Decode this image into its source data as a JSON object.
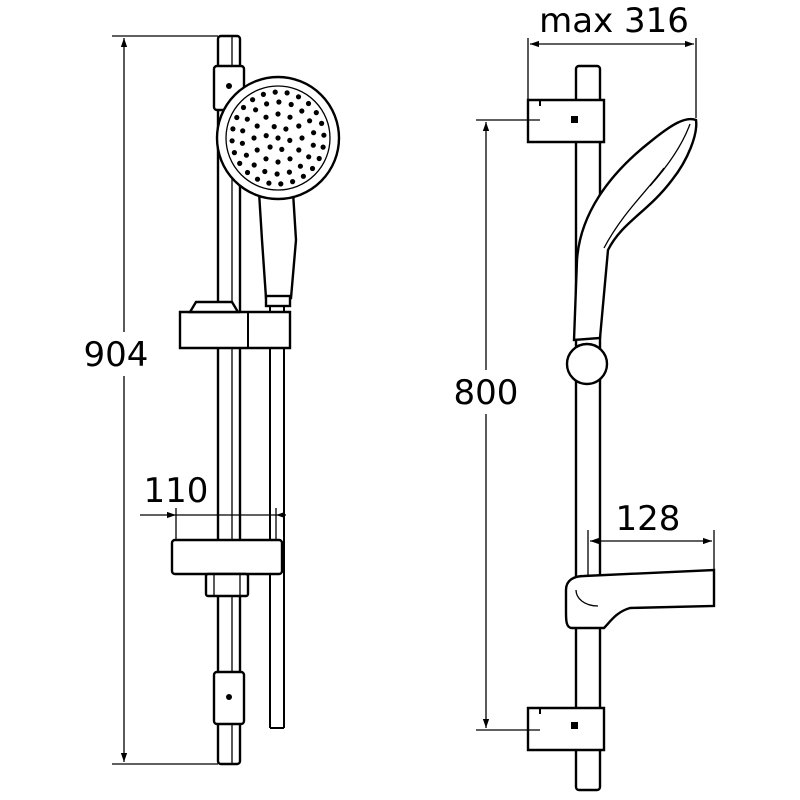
{
  "dimensions": {
    "front_height": "904",
    "front_width": "110",
    "side_max_width": "max 316",
    "side_rail_height": "800",
    "side_soap_dish_depth": "128"
  },
  "colors": {
    "line": "#000000",
    "background": "#ffffff"
  }
}
